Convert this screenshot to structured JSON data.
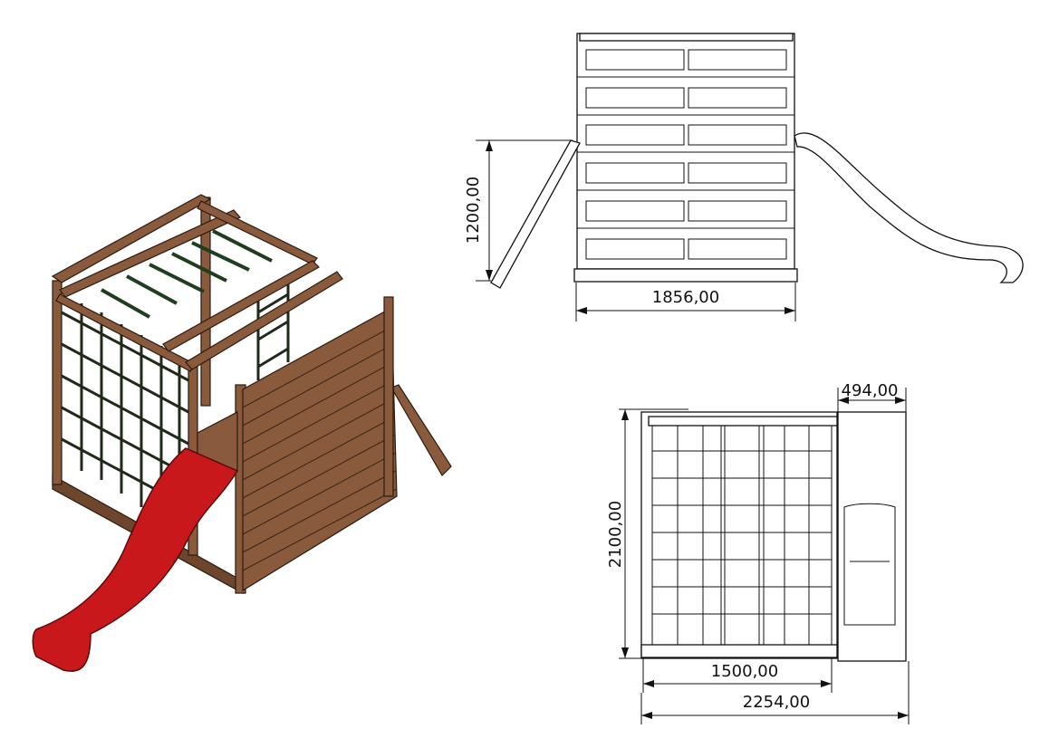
{
  "dimensions": {
    "elevation_height": "1200,00",
    "elevation_width": "1856,00",
    "slide_width": "494,00",
    "plan_depth": "2100,00",
    "frame_width": "1500,00",
    "total_width": "2254,00"
  },
  "colors": {
    "wood": "#8a5a3c",
    "slide": "#c8181c",
    "monkey_bars": "#1f3d1f"
  }
}
